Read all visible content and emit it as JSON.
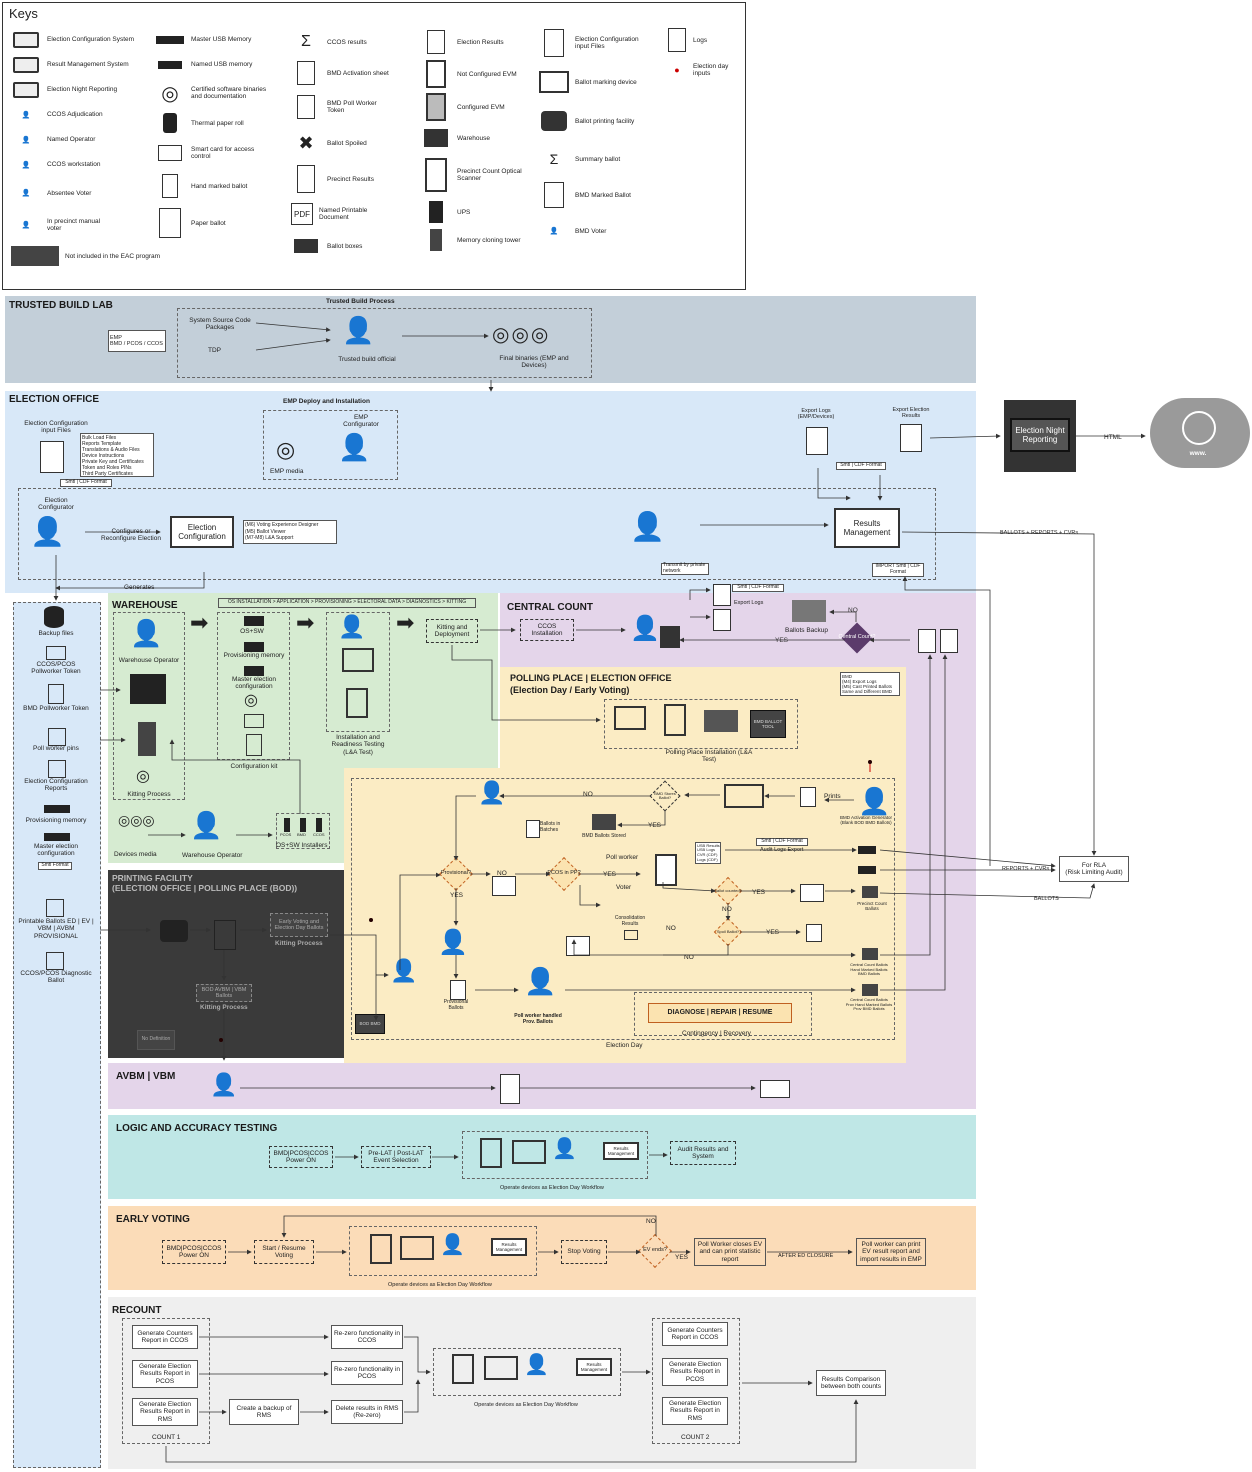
{
  "keys": {
    "title": "Keys",
    "col1": [
      "Election Configuration System",
      "Result Management System",
      "Election Night Reporting",
      "CCOS Adjudication",
      "Named Operator",
      "CCOS workstation",
      "Absentee Voter",
      "In precinct manual voter",
      "Not included in the EAC program"
    ],
    "col1_icon_text": [
      "Election Configuration",
      "Results Management",
      "Election Night Reporting"
    ],
    "col2": [
      "Master USB Memory",
      "Named USB memory",
      "Certified software binaries and documentation",
      "Thermal paper roll",
      "Smart card for access control",
      "Hand marked ballot",
      "Paper ballot"
    ],
    "col3": [
      "CCOS results",
      "BMD Activation sheet",
      "BMD Poll Worker Token",
      "Ballot Spoiled",
      "Precinct Results",
      "Named Printable Document",
      "Ballot boxes"
    ],
    "col4": [
      "Election Results",
      "Not Configured EVM",
      "Configured EVM",
      "Warehouse",
      "Precinct Count Optical Scanner",
      "UPS",
      "Memory cloning tower"
    ],
    "col5": [
      "Election Configuration input Files",
      "Ballot marking device",
      "Ballot printing facility",
      "Summary ballot",
      "BMD Marked Ballot",
      "BMD Voter"
    ],
    "col6": [
      "Logs",
      "Election day inputs"
    ]
  },
  "trusted": {
    "title": "TRUSTED BUILD LAB",
    "process": "Trusted Build Process",
    "emp": "EMP\nBMD / PCOS / CCOS",
    "src": "System Source Code Packages",
    "tdp": "TDP",
    "official": "Trusted build official",
    "binaries": "Final binaries (EMP and Devices)"
  },
  "office": {
    "title": "ELECTION OFFICE",
    "emp_deploy": "EMP Deploy and Installation",
    "emp_config": "EMP Configurator",
    "emp_media": "EMP media",
    "input_files": "Election Configuration input Files",
    "input_list": [
      "Bulk Load Files",
      "Reports Template",
      "Translations & Audio Files",
      "Device Instructions",
      "Private Key and Certificates",
      "Token and Roles PINs",
      "Third Party Certificates"
    ],
    "smtl1": "Smtl | CDF Format",
    "configurator": "Election Configurator",
    "configures": "Configures or Reconfigure Election",
    "ec_box": "Election Configuration",
    "m_list": [
      "(M6) Voting Experience Designer",
      "(M5) Ballot Viewer",
      "(M7-M8) L&A Support"
    ],
    "generates": "Generates",
    "export_logs": "Export Logs (EMP/Devices)",
    "export_results": "Export Election Results",
    "smtl2": "Smtl | CDF Format",
    "results_mgmt": "Results Management",
    "import": "IMPORT Smtl | CDF Format",
    "transmit": "Transmit by private network",
    "enr": "Election Night Reporting",
    "html": "HTML",
    "www": "www.",
    "flow_right": "BALLOTS + REPORTS + CVRs"
  },
  "left": {
    "items": [
      "Backup files",
      "CCOS/PCOS Pollworker Token",
      "BMD Pollworker Token",
      "Poll worker pins",
      "Election Configuration Reports",
      "Provisioning memory",
      "Master election configuration",
      "Smtl Format",
      "Printable Ballots ED | EV | VBM | AVBM PROVISIONAL",
      "CCOS/PCOS Diagnostic Ballot"
    ]
  },
  "warehouse": {
    "title": "WAREHOUSE",
    "steps": "OS INSTALLATION > APPLICATION > PROVISIONING > ELECTORAL DATA > DIAGNOSTICS > KITTING",
    "operator": "Warehouse Operator",
    "os_sw": "OS+SW",
    "prov": "Provisioning memory",
    "master": "Master election configuration",
    "kit": "Configuration kit",
    "install": "Installation and Readiness Testing (L&A Test)",
    "kitting": "Kitting and Deployment",
    "kitting_proc": "Kitting Process",
    "devices_media": "Devices media",
    "operator2": "Warehouse Operator",
    "installers": "OS+SW Installers",
    "usb_labels": [
      "PCOS",
      "BMD",
      "CCOS"
    ]
  },
  "central": {
    "title": "CENTRAL COUNT",
    "ccos": "CCOS Installation",
    "smtl": "Smtl | CDF Format",
    "export_logs": "Export Logs",
    "backup": "Ballots Backup",
    "no": "NO",
    "yes": "YES",
    "question": "Central Count?"
  },
  "polling": {
    "title": "POLLING PLACE | ELECTION OFFICE",
    "subtitle": "(Election Day / Early Voting)",
    "note": "BMD\n(M4) Export Logs\n(M5) Cast Printed Ballots\nSame and Different BMD",
    "install": "Polling Place Installation (L&A Test)",
    "bmd_tool": "BMD BALLOT TOOL",
    "prints": "Prints",
    "bmd_gen": "BMD Activation Generator (Blank BOD BMD Ballots)",
    "bmd_stores": "BMD Stores Ballot?",
    "ballots_batches": "Ballots in Batches",
    "bmd_stored": "BMD Ballots Stored",
    "provisional": "Provisional?",
    "pcos": "PCOS in PP?",
    "poll_worker": "Poll worker",
    "voter": "Voter",
    "usb_list": "USB Results\nUSB Logs\nCVR (CDF)\nLogs (CDF)",
    "smtl": "Smtl | CDF Format",
    "audit": "Audit Logs Export",
    "ballot_counted": "Ballot counted?",
    "spoil": "Spoil Ballot?",
    "consolidation": "Consolidation Results",
    "precinct_ballots": "Precinct Count Ballots",
    "central_hand": "Central Count Ballots\nHand Marked Ballots\nBMD Ballots",
    "central_prov": "Central Count Ballots\nProv Hand Marked Ballots\nProv BMD Ballots",
    "prov_ballots": "Provisional Ballots",
    "poll_handled": "Poll worker handled Prov. Ballots",
    "diagnose": "DIAGNOSE | REPAIR | RESUME",
    "contingency": "Contingency | Recovery",
    "election_day": "Election Day",
    "bod": "BOD BMD",
    "no": "NO",
    "yes": "YES",
    "rla": "For RLA\n(Risk Limiting Audit)",
    "reports_cvrs": "REPORTS + CVRs",
    "ballots": "BALLOTS"
  },
  "printing": {
    "title": "PRINTING FACILITY\n(ELECTION OFFICE | POLLING PLACE (BOD))",
    "early": "Early Voting and Election Day Ballots",
    "early_kit": "Kitting Process",
    "bod": "BOD AVBM | VBM Ballots",
    "bod_kit": "Kitting Process",
    "no_def": "No Definition"
  },
  "avbm": {
    "title": "AVBM | VBM"
  },
  "lat": {
    "title": "LOGIC AND ACCURACY TESTING",
    "step1": "BMD|PCOS|CCOS Power ON",
    "step2": "Pre-LAT | Post-LAT Event Selection",
    "step3": "Audit Results and System",
    "operate": "Operate devices as Election Day Workflow",
    "rm": "Results Management"
  },
  "early": {
    "title": "EARLY VOTING",
    "step1": "BMD|PCOS|CCOS Power ON",
    "step2": "Start / Resume Voting",
    "step3": "Stop Voting",
    "question": "EV ends?",
    "step4": "Poll Worker closes EV and can print statistic report",
    "after": "AFTER ED CLOSURE",
    "step5": "Poll worker can print EV result report and import results in EMP",
    "operate": "Operate devices as Election Day Workflow",
    "no": "NO",
    "yes": "YES"
  },
  "recount": {
    "title": "RECOUNT",
    "c1": [
      "Generate Counters Report in CCOS",
      "Generate Election Results Report in PCOS",
      "Generate Election Results Report in RMS"
    ],
    "backup": "Create a backup of RMS",
    "rz": [
      "Re-zero functionality in CCOS",
      "Re-zero functionality in PCOS",
      "Delete results in RMS (Re-zero)"
    ],
    "operate": "Operate devices as Election Day Workflow",
    "c2": [
      "Generate Counters Report in CCOS",
      "Generate Election Results Report in PCOS",
      "Generate Election Results Report in RMS"
    ],
    "compare": "Results Comparison between both counts",
    "count1": "COUNT 1",
    "count2": "COUNT 2"
  },
  "colors": {
    "trusted": "#c3cfd9",
    "office": "#d8e8f8",
    "warehouse": "#d6ebd1",
    "central": "#e4d5ea",
    "polling": "#fbecc4",
    "printing": "#3a3a3a",
    "avbm": "#e4d5ea",
    "lat": "#bfe7e6",
    "early": "#fbdcb8",
    "recount": "#efefef"
  }
}
